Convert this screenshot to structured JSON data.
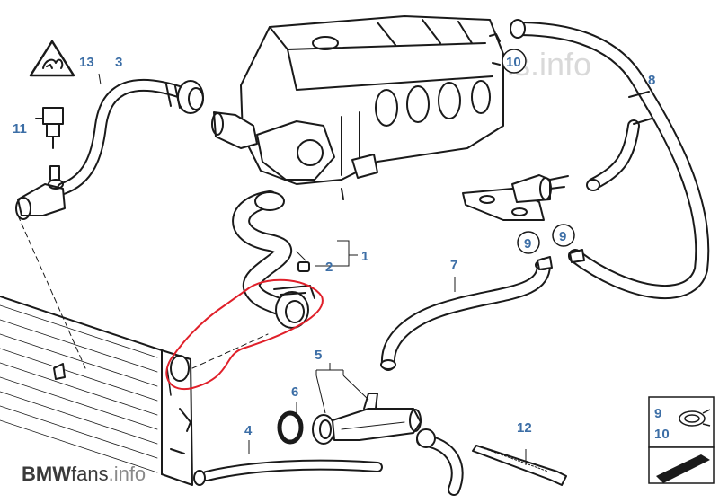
{
  "colors": {
    "label": "#3c6ea6",
    "line": "#1a1a1a",
    "highlight": "#e0202a",
    "watermark": "#d6d6d6"
  },
  "labels": {
    "l1": "1",
    "l2": "2",
    "l3": "3",
    "l4": "4",
    "l5": "5",
    "l6": "6",
    "l7": "7",
    "l8": "8",
    "l9a": "9",
    "l9b": "9",
    "l10": "10",
    "l11": "11",
    "l12": "12",
    "l13": "13",
    "legend_9": "9",
    "legend_10": "10"
  },
  "watermark": {
    "brand_bold": "BMW",
    "brand_light": "fans",
    "brand_tld": ".info"
  }
}
